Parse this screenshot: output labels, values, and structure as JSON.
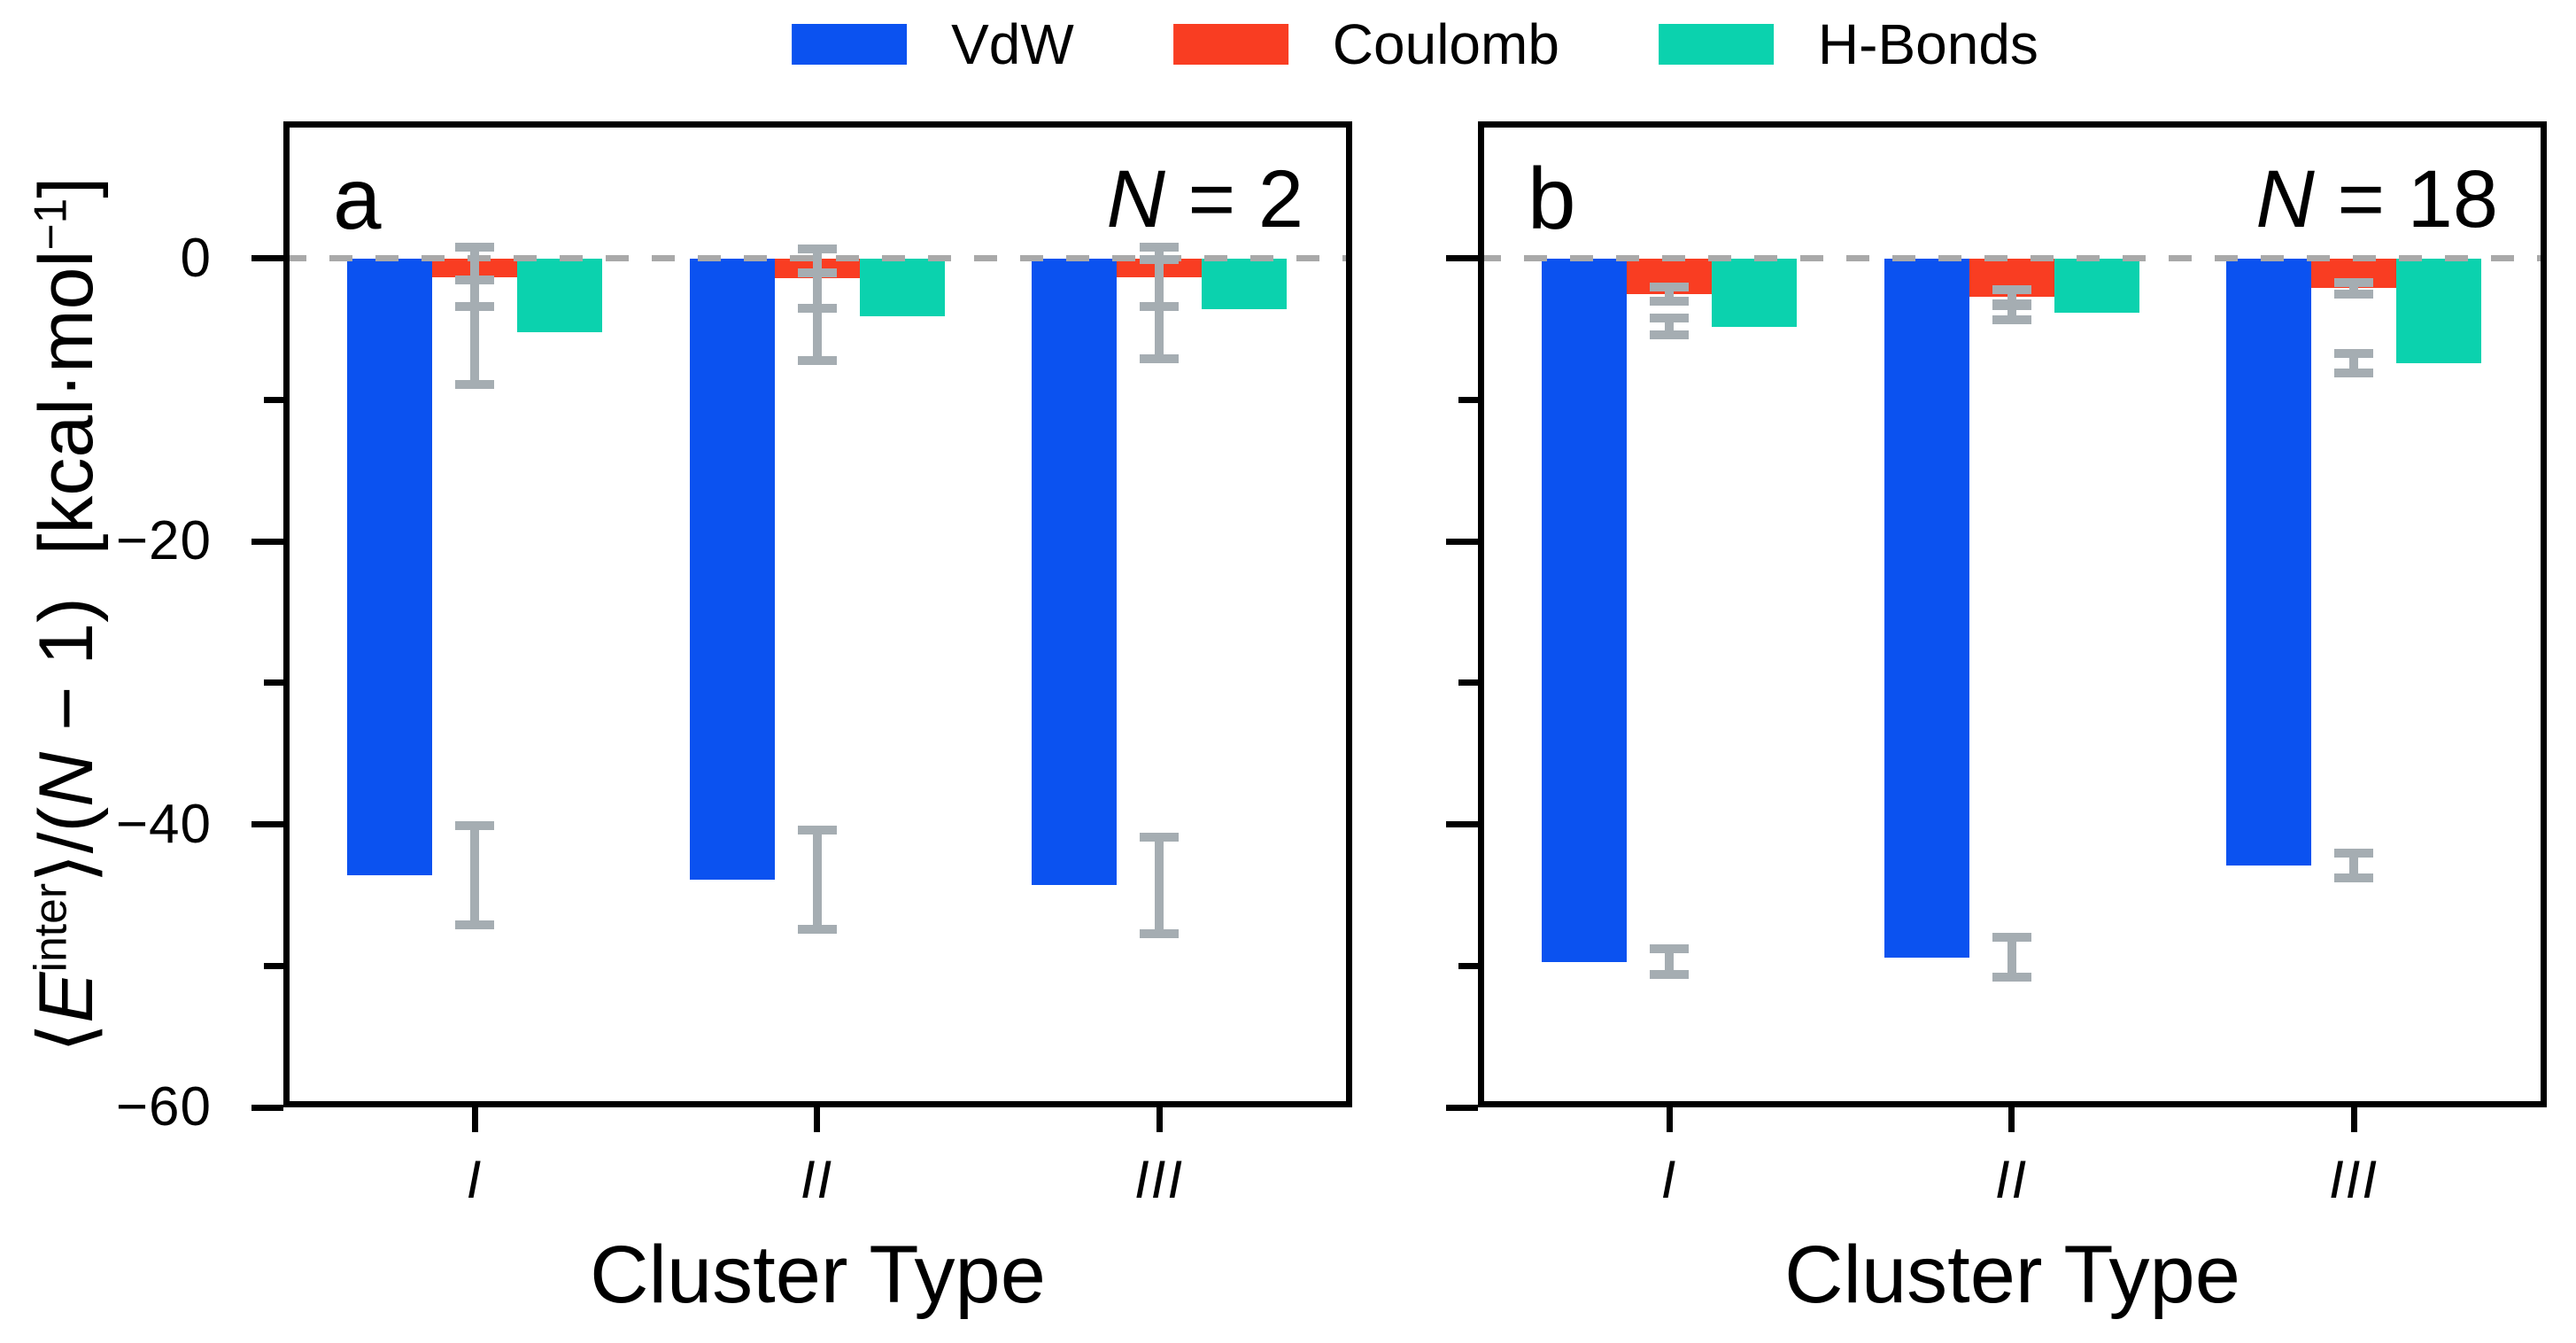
{
  "figure_type": "two-panel grouped bar chart with error bars",
  "colors": {
    "vdw": "#0b52f0",
    "coulomb": "#f93d22",
    "hbonds": "#0bd2ae",
    "error_bar": "#a5adb2",
    "zero_line": "#a9a9a9",
    "axis": "#000000",
    "background": "#ffffff"
  },
  "legend": {
    "position": "top-center",
    "items": [
      {
        "label": "VdW",
        "color": "#0b52f0"
      },
      {
        "label": "Coulomb",
        "color": "#f93d22"
      },
      {
        "label": "H-Bonds",
        "color": "#0bd2ae"
      }
    ]
  },
  "axis_labels": {
    "x": "Cluster Type",
    "y_plain": "⟨E^inter⟩/(N − 1)  [kcal·mol^−1]",
    "y_segments": [
      {
        "t": "⟨"
      },
      {
        "t": "E",
        "italic": true
      },
      {
        "t": "inter",
        "sup": true
      },
      {
        "t": "⟩/("
      },
      {
        "t": "N",
        "italic": true
      },
      {
        "t": " − 1)"
      },
      {
        "t": "  [kcal·mol"
      },
      {
        "t": "−1",
        "sup": true
      },
      {
        "t": "]"
      }
    ]
  },
  "chart_data": [
    {
      "type": "bar",
      "panel_letter": "a",
      "annotation_plain": "N = 2",
      "annotation_segments": [
        {
          "t": "N",
          "italic": true
        },
        {
          "t": " = 2"
        }
      ],
      "categories": [
        "I",
        "II",
        "III"
      ],
      "series": [
        {
          "name": "VdW",
          "color": "#0b52f0",
          "values": [
            -43.6,
            -43.9,
            -44.3
          ],
          "errors": [
            3.5,
            3.5,
            3.4
          ]
        },
        {
          "name": "Coulomb",
          "color": "#f93d22",
          "values": [
            -1.3,
            -1.4,
            -1.3
          ],
          "errors": [
            2.1,
            2.1,
            2.1
          ]
        },
        {
          "name": "H-Bonds",
          "color": "#0bd2ae",
          "values": [
            -5.2,
            -4.1,
            -3.6
          ],
          "errors": [
            3.7,
            3.1,
            3.5
          ]
        }
      ],
      "xlabel": "Cluster Type",
      "ylabel": "⟨E^inter⟩/(N − 1)  [kcal·mol^−1]",
      "ylim": [
        -60,
        9.7
      ],
      "yticks": [
        0,
        -20,
        -40,
        -60
      ],
      "yticks_minor": [
        -10,
        -30,
        -50
      ],
      "ytick_labels": [
        "0",
        "−20",
        "−40",
        "−60"
      ],
      "show_ytick_labels": true,
      "zero_line_dashed": true,
      "grid": false
    },
    {
      "type": "bar",
      "panel_letter": "b",
      "annotation_plain": "N = 18",
      "annotation_segments": [
        {
          "t": "N",
          "italic": true
        },
        {
          "t": " = 18"
        }
      ],
      "categories": [
        "I",
        "II",
        "III"
      ],
      "series": [
        {
          "name": "VdW",
          "color": "#0b52f0",
          "values": [
            -49.7,
            -49.4,
            -42.9
          ],
          "errors": [
            0.9,
            1.4,
            0.9
          ]
        },
        {
          "name": "Coulomb",
          "color": "#f93d22",
          "values": [
            -2.5,
            -2.7,
            -2.1
          ],
          "errors": [
            0.5,
            0.5,
            0.4
          ]
        },
        {
          "name": "H-Bonds",
          "color": "#0bd2ae",
          "values": [
            -4.8,
            -3.8,
            -7.4
          ],
          "errors": [
            0.6,
            0.5,
            0.7
          ]
        }
      ],
      "xlabel": "Cluster Type",
      "ylabel": "⟨E^inter⟩/(N − 1)  [kcal·mol^−1]",
      "ylim": [
        -60,
        9.7
      ],
      "yticks": [
        0,
        -20,
        -40,
        -60
      ],
      "yticks_minor": [
        -10,
        -30,
        -50
      ],
      "ytick_labels": [
        "0",
        "−20",
        "−40",
        "−60"
      ],
      "show_ytick_labels": false,
      "zero_line_dashed": true,
      "grid": false
    }
  ]
}
